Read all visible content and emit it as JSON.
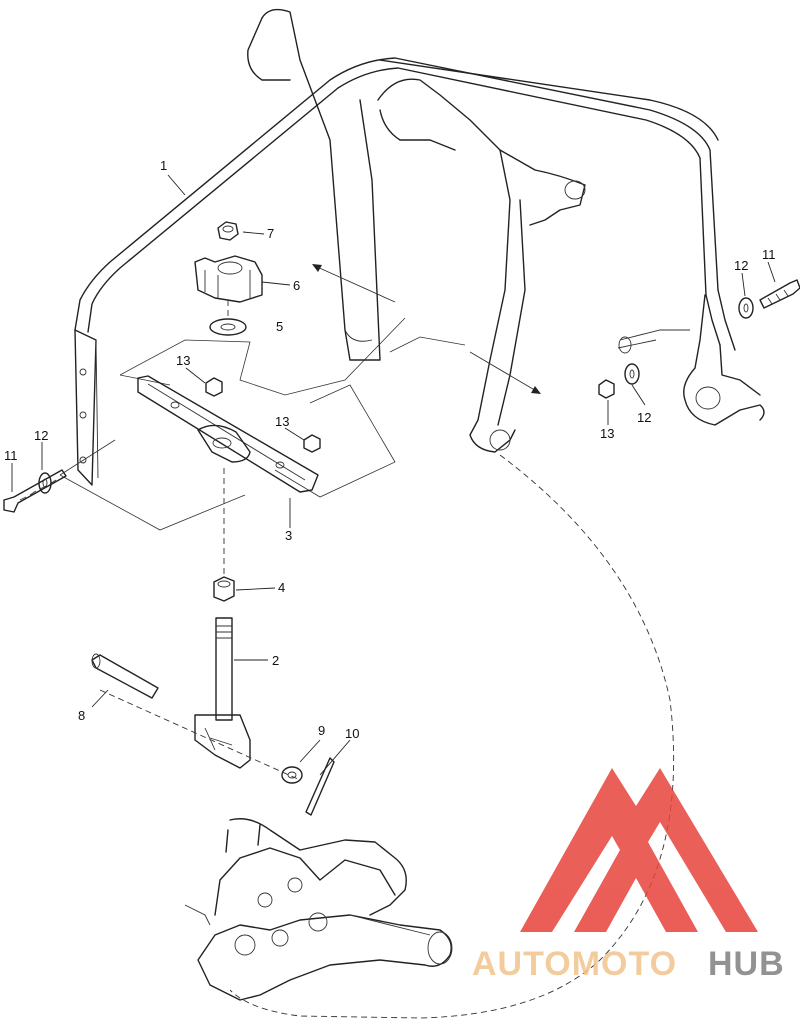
{
  "callouts": {
    "c1": "1",
    "c2": "2",
    "c3": "3",
    "c4": "4",
    "c5": "5",
    "c6": "6",
    "c7": "7",
    "c8": "8",
    "c9": "9",
    "c10": "10",
    "c11_left": "11",
    "c11_right": "11",
    "c12_left": "12",
    "c12_right_top": "12",
    "c12_right_bottom": "12",
    "c13_upper": "13",
    "c13_mid": "13",
    "c13_right": "13"
  },
  "watermark": {
    "text_auto": "AUTOMOTO",
    "text_hub": "HUB",
    "logo_color": "#e8433c",
    "auto_color": "#f2c48c",
    "hub_color": "#7f7f7f"
  }
}
